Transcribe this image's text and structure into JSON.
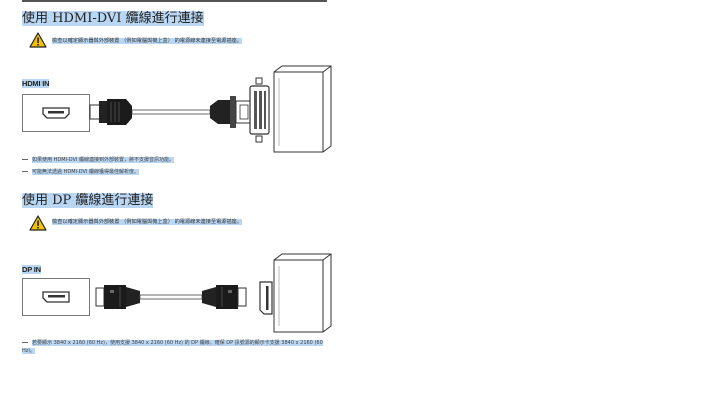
{
  "section_hdmi": {
    "title": "使用 HDMI-DVI 纜線進行連接",
    "warning": "檢查以確定顯示器與外部裝置 （例如電腦與機上盒） 的電源線未連接至電源插座。",
    "port_label": "HDMI IN",
    "notes": [
      "如果使用 HDMI-DVI 纜線連接到外部裝置，將不支援音訊功能。",
      "可能無法透過 HDMI-DVI 纜線獲得最佳解析度。"
    ]
  },
  "section_dp": {
    "title": "使用 DP 纜線進行連接",
    "warning": "檢查以確定顯示器與外部裝置 （例如電腦與機上盒） 的電源線未連接至電源插座。",
    "port_label": "DP IN",
    "notes": [
      "若要顯示 3840 x 2160 (60 Hz)，使用支援 3840 x 2160 (60 Hz) 的 DP 纜線。確保 DP 訊號源的顯示卡支援 3840 x 2160 (60 Hz)。"
    ]
  },
  "icons": {
    "warning": "warning-triangle-icon"
  },
  "colors": {
    "highlight": "#b9d6f2",
    "warning_yellow": "#f2c200"
  }
}
